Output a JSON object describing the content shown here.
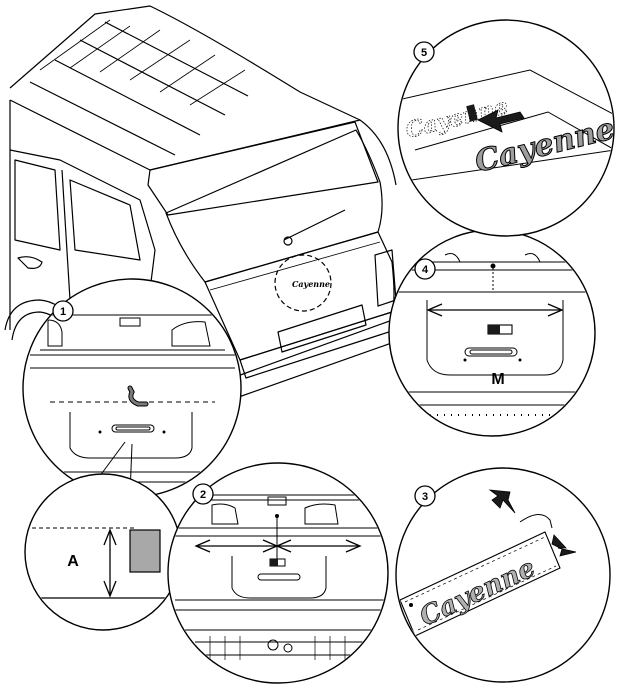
{
  "steps": [
    {
      "number": "1"
    },
    {
      "number": "2"
    },
    {
      "number": "3"
    },
    {
      "number": "4"
    },
    {
      "number": "5"
    }
  ],
  "labels": {
    "dimension_a": "A",
    "dimension_m": "M"
  },
  "badge_text": "Cayenne",
  "colors": {
    "line": "#000000",
    "background": "#ffffff",
    "emblem_fill": "#a8a8a8",
    "arrow_fill": "#1a1a1a",
    "shade": "#9e9e9e"
  }
}
